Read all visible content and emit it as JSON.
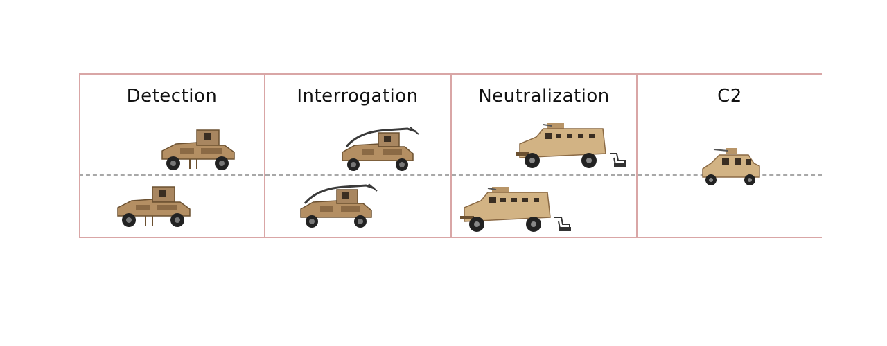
{
  "columns": [
    {
      "label": "Detection"
    },
    {
      "label": "Interrogation"
    },
    {
      "label": "Neutralization"
    },
    {
      "label": "C2"
    }
  ],
  "colors": {
    "grid_border": "#d9a6a6",
    "header_rule": "#8a8a8a",
    "dashed_divider": "#a8a8a8",
    "vehicle_tan": "#c9a374",
    "vehicle_dark_tan": "#8b6a45",
    "tire": "#222222"
  }
}
